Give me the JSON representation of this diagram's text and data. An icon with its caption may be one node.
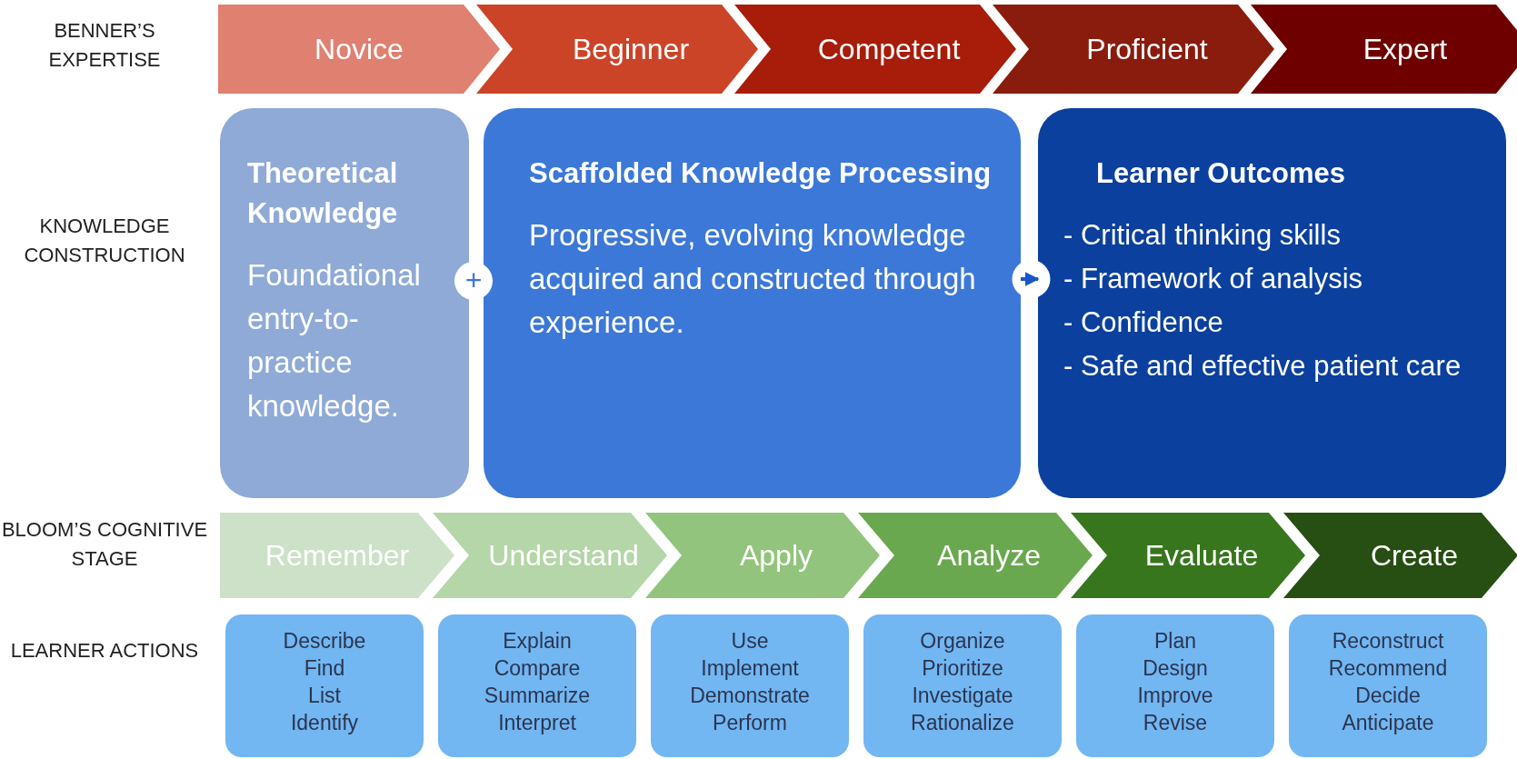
{
  "diagram": {
    "nodes": [
      {
        "text": [
          "Novice"
        ]
      },
      {
        "text": [
          "Beginner"
        ]
      },
      {
        "text": [
          "Competent"
        ]
      },
      {
        "text": [
          "Proficient"
        ]
      },
      {
        "text": [
          "Expert"
        ]
      },
      {
        "text": [
          "Theoretical Knowledge",
          "Foundational entry-to-practice knowledge."
        ]
      },
      {
        "text": [
          "+"
        ]
      },
      {
        "text": [
          "Scaffolded Knowledge Processing",
          "Progressive, evolving knowledge acquired and constructed through experience."
        ]
      },
      {
        "text": [
          "Learner Outcomes",
          "- Critical thinking skills",
          "- Framework of analysis",
          "- Confidence",
          "- Safe and effective patient care"
        ]
      },
      {
        "text": [
          "Remember"
        ]
      },
      {
        "text": [
          "Understand"
        ]
      },
      {
        "text": [
          "Apply"
        ]
      },
      {
        "text": [
          "Analyze"
        ]
      },
      {
        "text": [
          "Evaluate"
        ]
      },
      {
        "text": [
          "Create"
        ]
      },
      {
        "text": [
          "Describe",
          "Find",
          "List",
          "Identify"
        ]
      },
      {
        "text": [
          "Explain",
          "Compare",
          "Summarize",
          "Interpret"
        ]
      },
      {
        "text": [
          "Use",
          "Implement",
          "Demonstrate",
          "Perform"
        ]
      },
      {
        "text": [
          "Organize",
          "Prioritize",
          "Investigate",
          "Rationalize"
        ]
      },
      {
        "text": [
          "Plan",
          "Design",
          "Improve",
          "Revise"
        ]
      },
      {
        "text": [
          "Reconstruct",
          "Recommend",
          "Decide",
          "Anticipate"
        ]
      }
    ],
    "edges": [
      {
        "from": 7,
        "to": 8,
        "arrow": "to"
      }
    ],
    "labels": [
      "BENNER’S EXPERTISE",
      "KNOWLEDGE CONSTRUCTION",
      "BLOOM’S COGNITIVE STAGE",
      "LEARNER ACTIONS"
    ]
  }
}
